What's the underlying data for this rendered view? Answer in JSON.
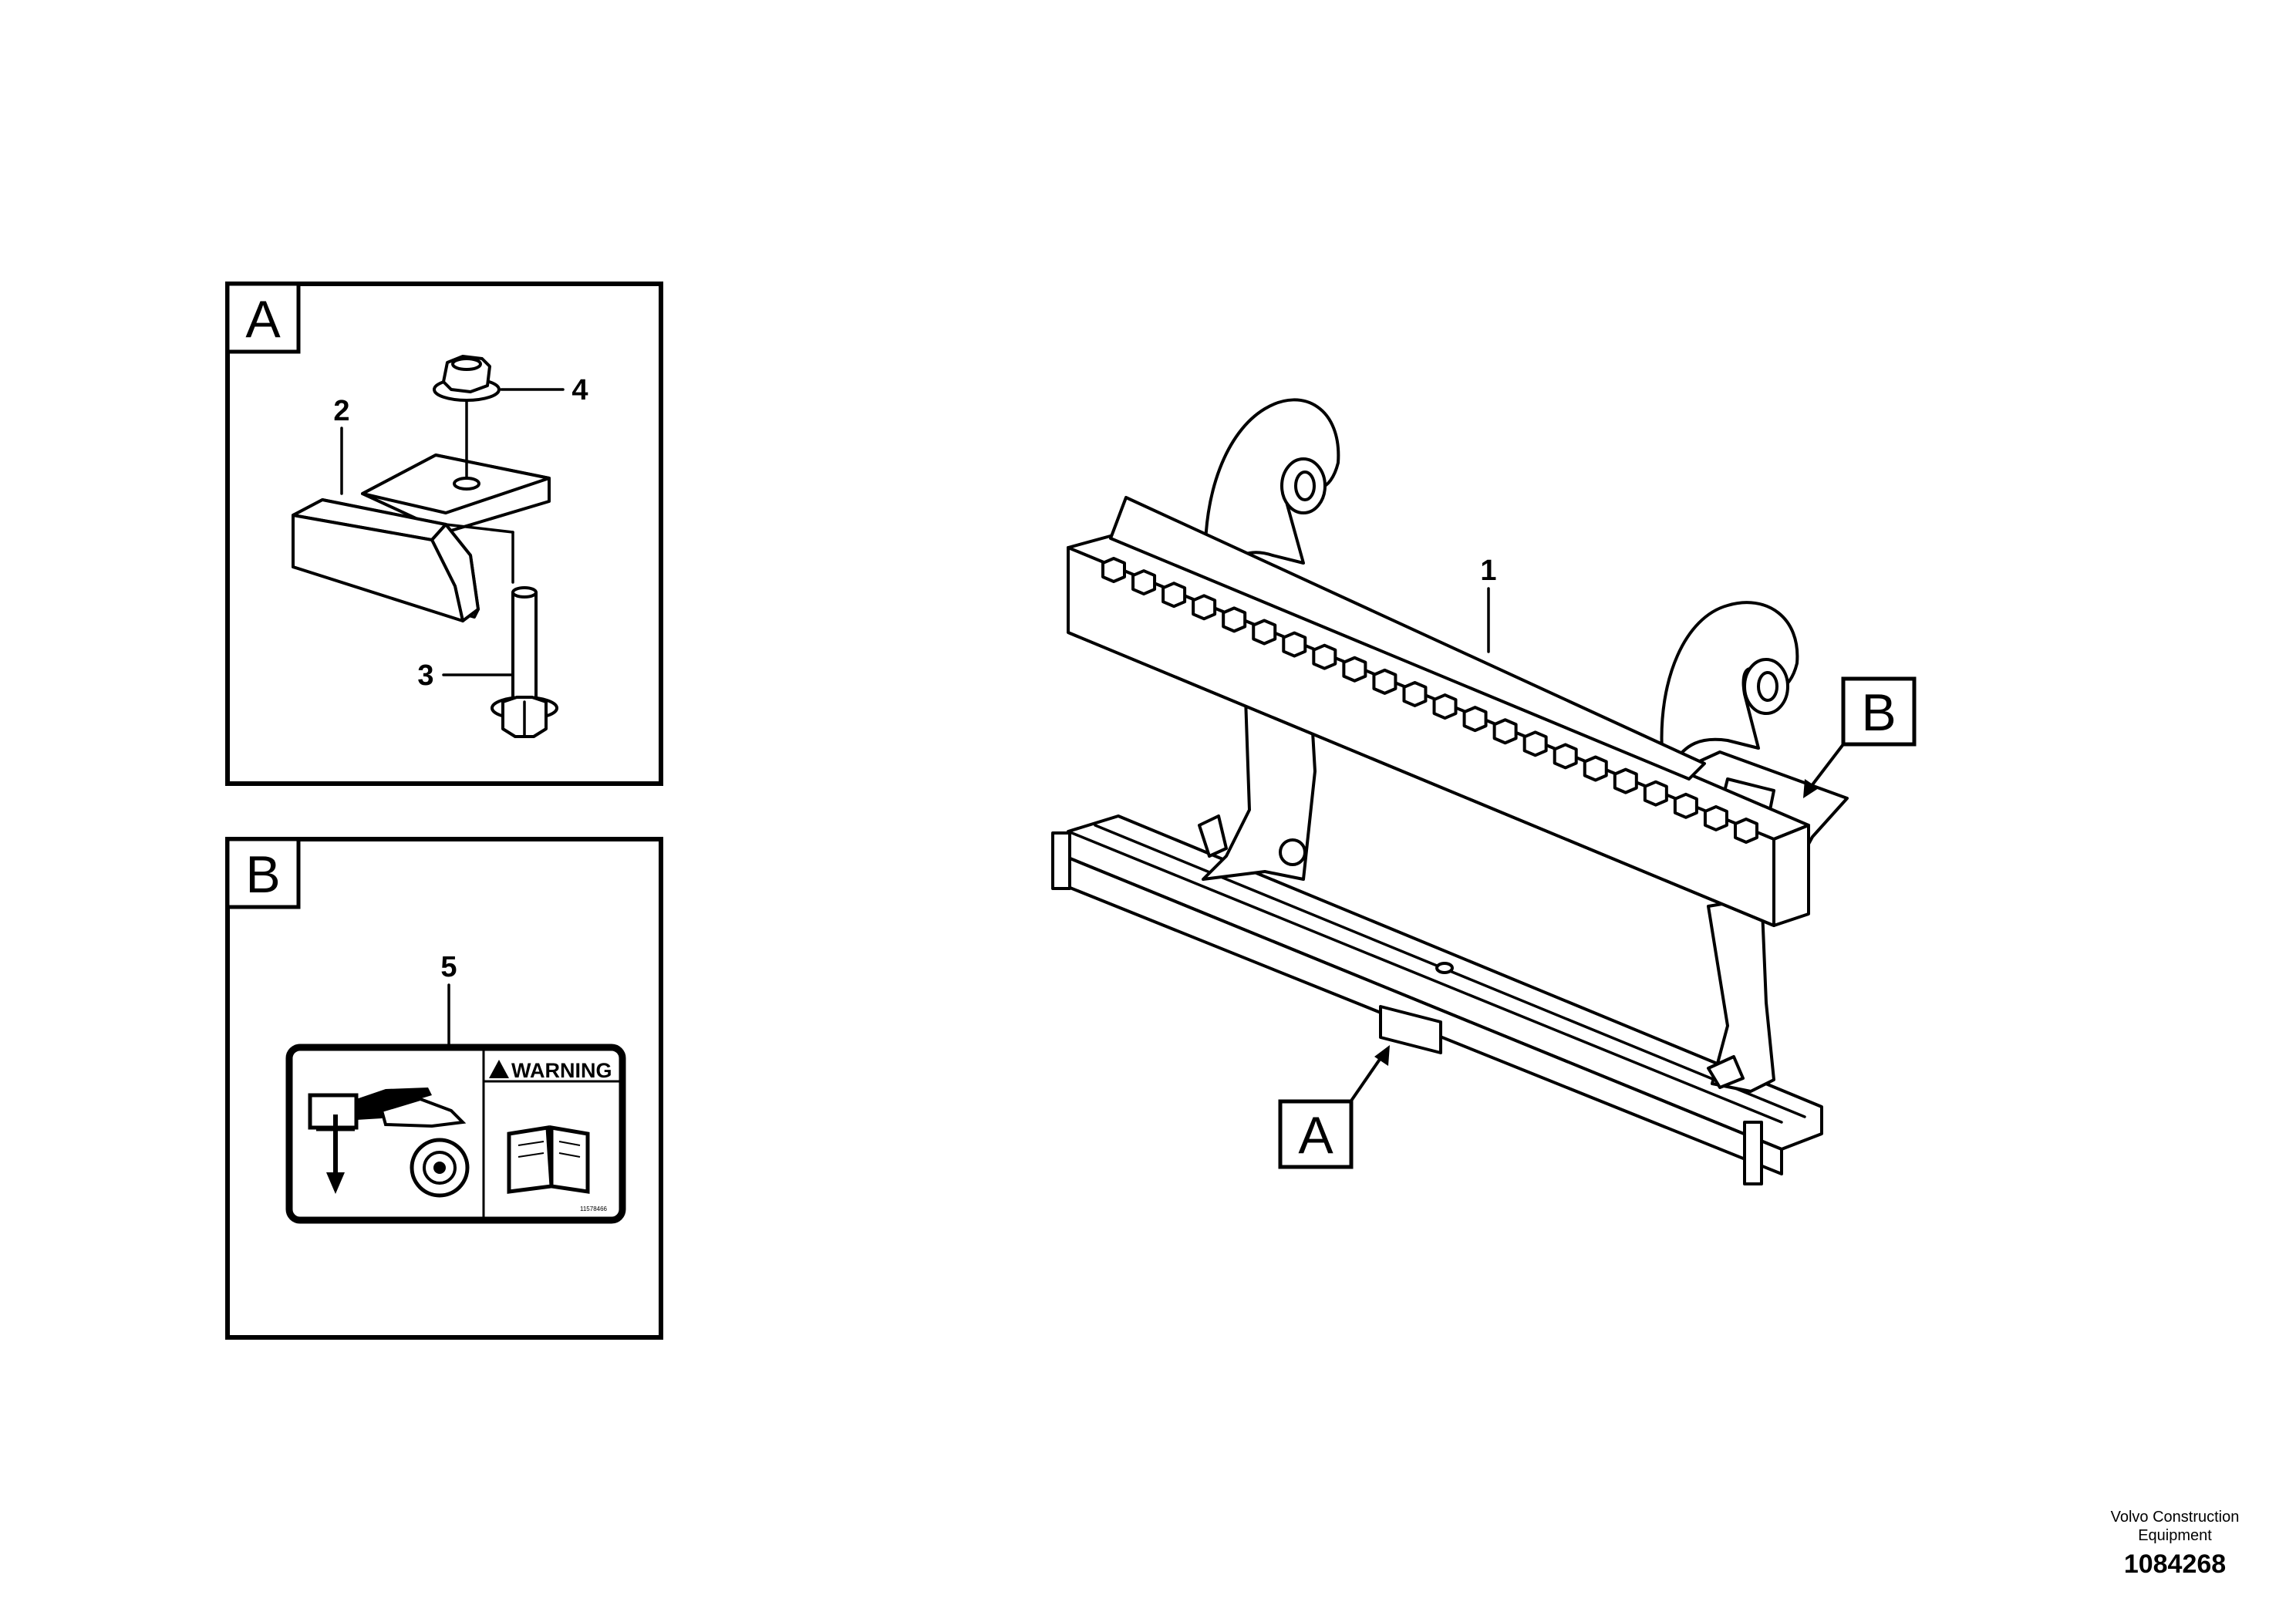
{
  "detail_a": {
    "letter": "A",
    "callouts": [
      "2",
      "4",
      "3"
    ]
  },
  "detail_b": {
    "letter": "B",
    "callout": "5",
    "label_warning": "WARNING",
    "label_code": "11578466"
  },
  "main": {
    "callout": "1",
    "ref_a": "A",
    "ref_b": "B"
  },
  "footer": {
    "brand_line1": "Volvo Construction",
    "brand_line2": "Equipment",
    "drawing_number": "1084268"
  }
}
